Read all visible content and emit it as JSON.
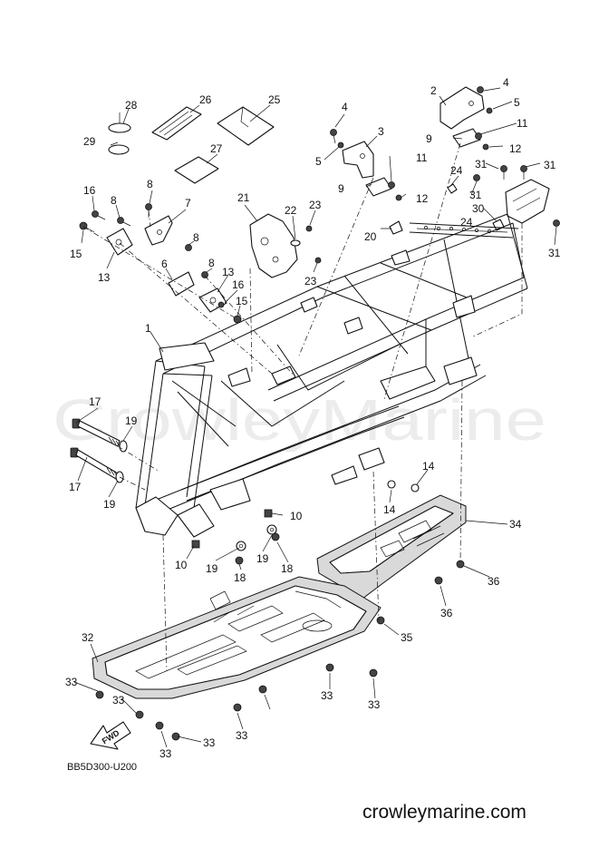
{
  "diagram_code": "BB5D300-U200",
  "watermark": "CrowleyMarine",
  "footer_brand": "crowleymarine.com",
  "fwd_label": "FWD",
  "callouts": [
    "1",
    "2",
    "3",
    "4",
    "4",
    "5",
    "5",
    "6",
    "7",
    "8",
    "8",
    "8",
    "8",
    "9",
    "9",
    "10",
    "10",
    "11",
    "11",
    "12",
    "12",
    "13",
    "13",
    "14",
    "14",
    "15",
    "15",
    "16",
    "16",
    "17",
    "17",
    "18",
    "18",
    "19",
    "19",
    "19",
    "19",
    "20",
    "21",
    "22",
    "23",
    "23",
    "24",
    "24",
    "25",
    "26",
    "27",
    "28",
    "29",
    "30",
    "31",
    "31",
    "31",
    "31",
    "32",
    "33",
    "33",
    "33",
    "33",
    "33",
    "33",
    "33",
    "34",
    "35",
    "36",
    "36"
  ]
}
